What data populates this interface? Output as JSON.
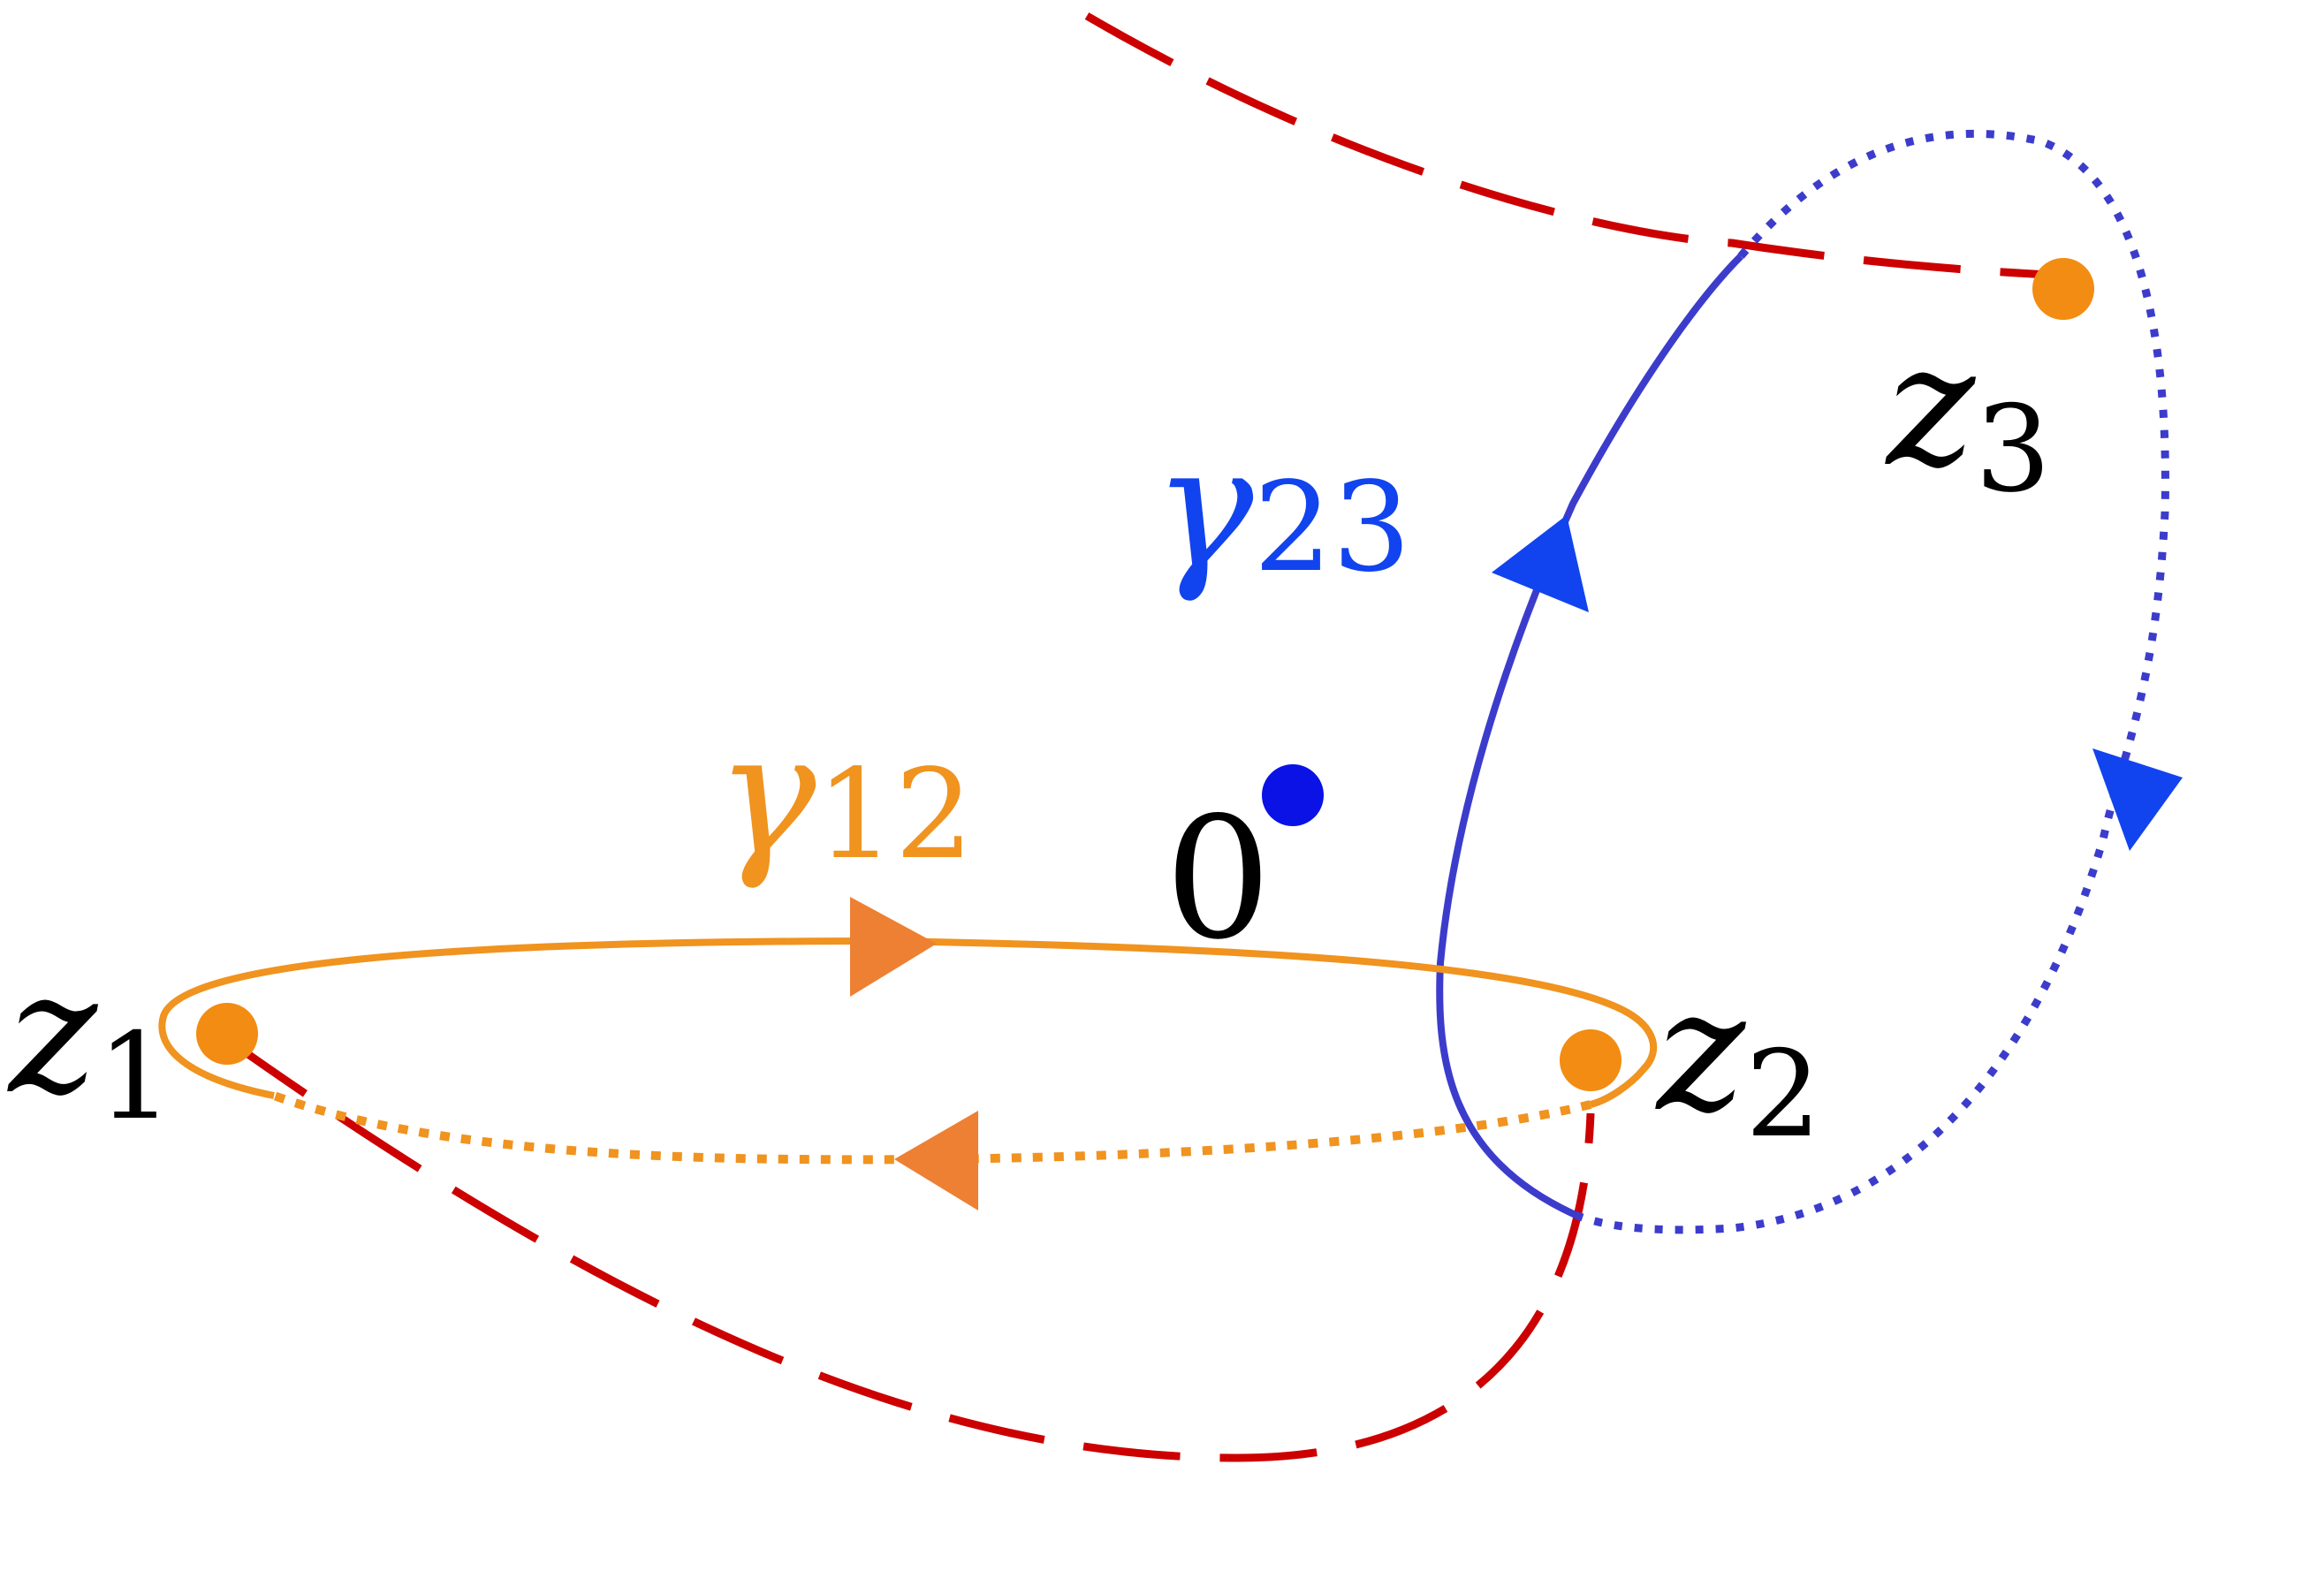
{
  "diagram": {
    "points": {
      "z1": {
        "name": "z",
        "sub": "1"
      },
      "z2": {
        "name": "z",
        "sub": "2"
      },
      "z3": {
        "name": "z",
        "sub": "3"
      },
      "origin": {
        "label": "0"
      }
    },
    "contours": {
      "gamma12": {
        "name": "γ",
        "sub": "12"
      },
      "gamma23": {
        "name": "γ",
        "sub": "23"
      }
    },
    "colors": {
      "branch_cut": "#cc0000",
      "gamma12": "#f0931f",
      "gamma12_arrow": "#ee8033",
      "gamma23": "#3c3ccc",
      "gamma23_arrow": "#1144ee",
      "origin_point": "#0a12e6",
      "branch_point": "#f28c12",
      "label": "#000000"
    }
  }
}
